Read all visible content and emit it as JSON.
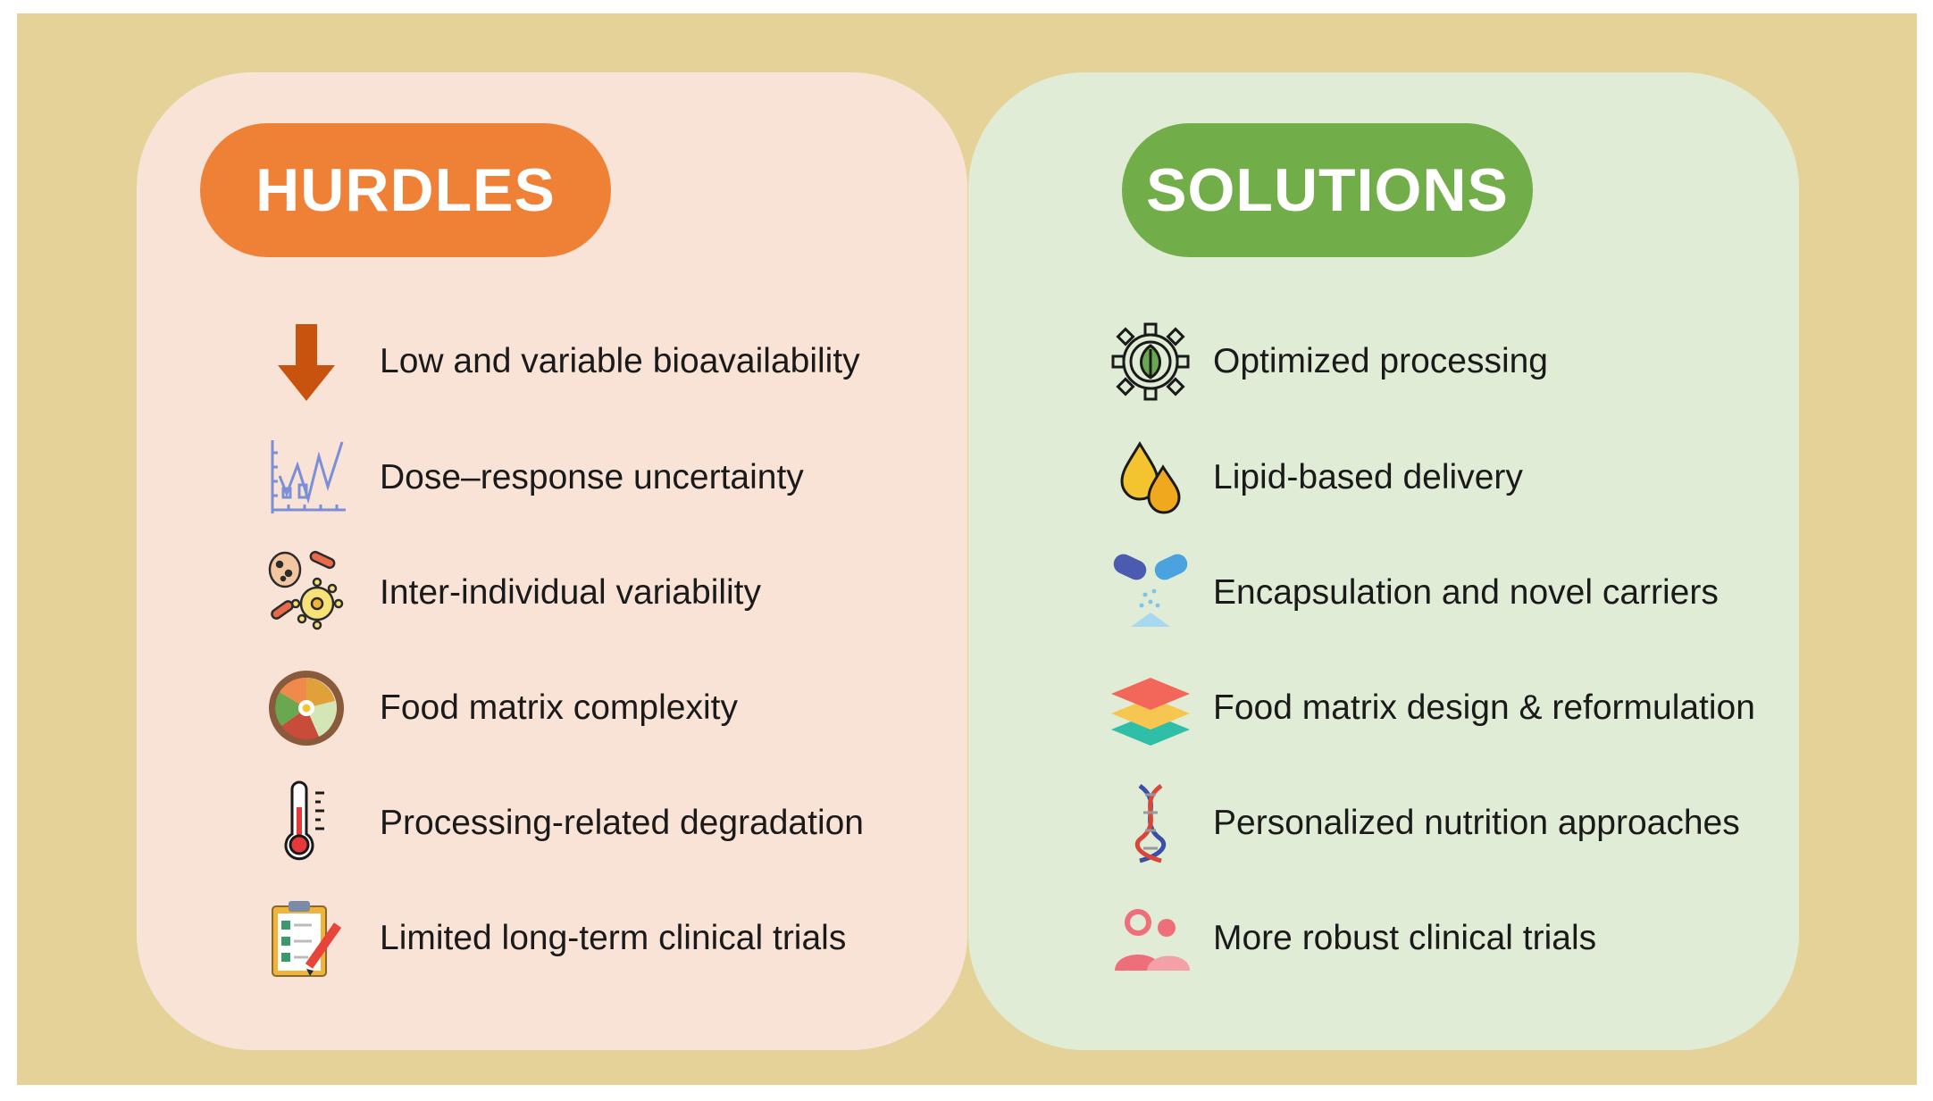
{
  "colors": {
    "background": "#e4d299",
    "hurdles_panel": "#f9e3d6",
    "solutions_panel": "#e1ecd6",
    "hurdles_accent": "#ee8135",
    "solutions_accent": "#71ad48"
  },
  "hurdles": {
    "title": "HURDLES",
    "items": [
      {
        "label": "Low and variable bioavailability",
        "icon": "down-arrow-icon"
      },
      {
        "label": "Dose–response uncertainty",
        "icon": "line-chart-icon"
      },
      {
        "label": "Inter-individual variability",
        "icon": "microbes-icon"
      },
      {
        "label": "Food matrix complexity",
        "icon": "food-bowl-icon"
      },
      {
        "label": "Processing-related degradation",
        "icon": "thermometer-icon"
      },
      {
        "label": "Limited long-term clinical trials",
        "icon": "clipboard-checklist-icon"
      }
    ]
  },
  "solutions": {
    "title": "SOLUTIONS",
    "items": [
      {
        "label": "Optimized processing",
        "icon": "gear-leaf-icon"
      },
      {
        "label": "Lipid-based delivery",
        "icon": "oil-drops-icon"
      },
      {
        "label": "Encapsulation and novel carriers",
        "icon": "capsule-icon"
      },
      {
        "label": "Food matrix design & reformulation",
        "icon": "layers-icon"
      },
      {
        "label": "Personalized nutrition approaches",
        "icon": "dna-icon"
      },
      {
        "label": "More robust clinical trials",
        "icon": "people-icon"
      }
    ]
  }
}
